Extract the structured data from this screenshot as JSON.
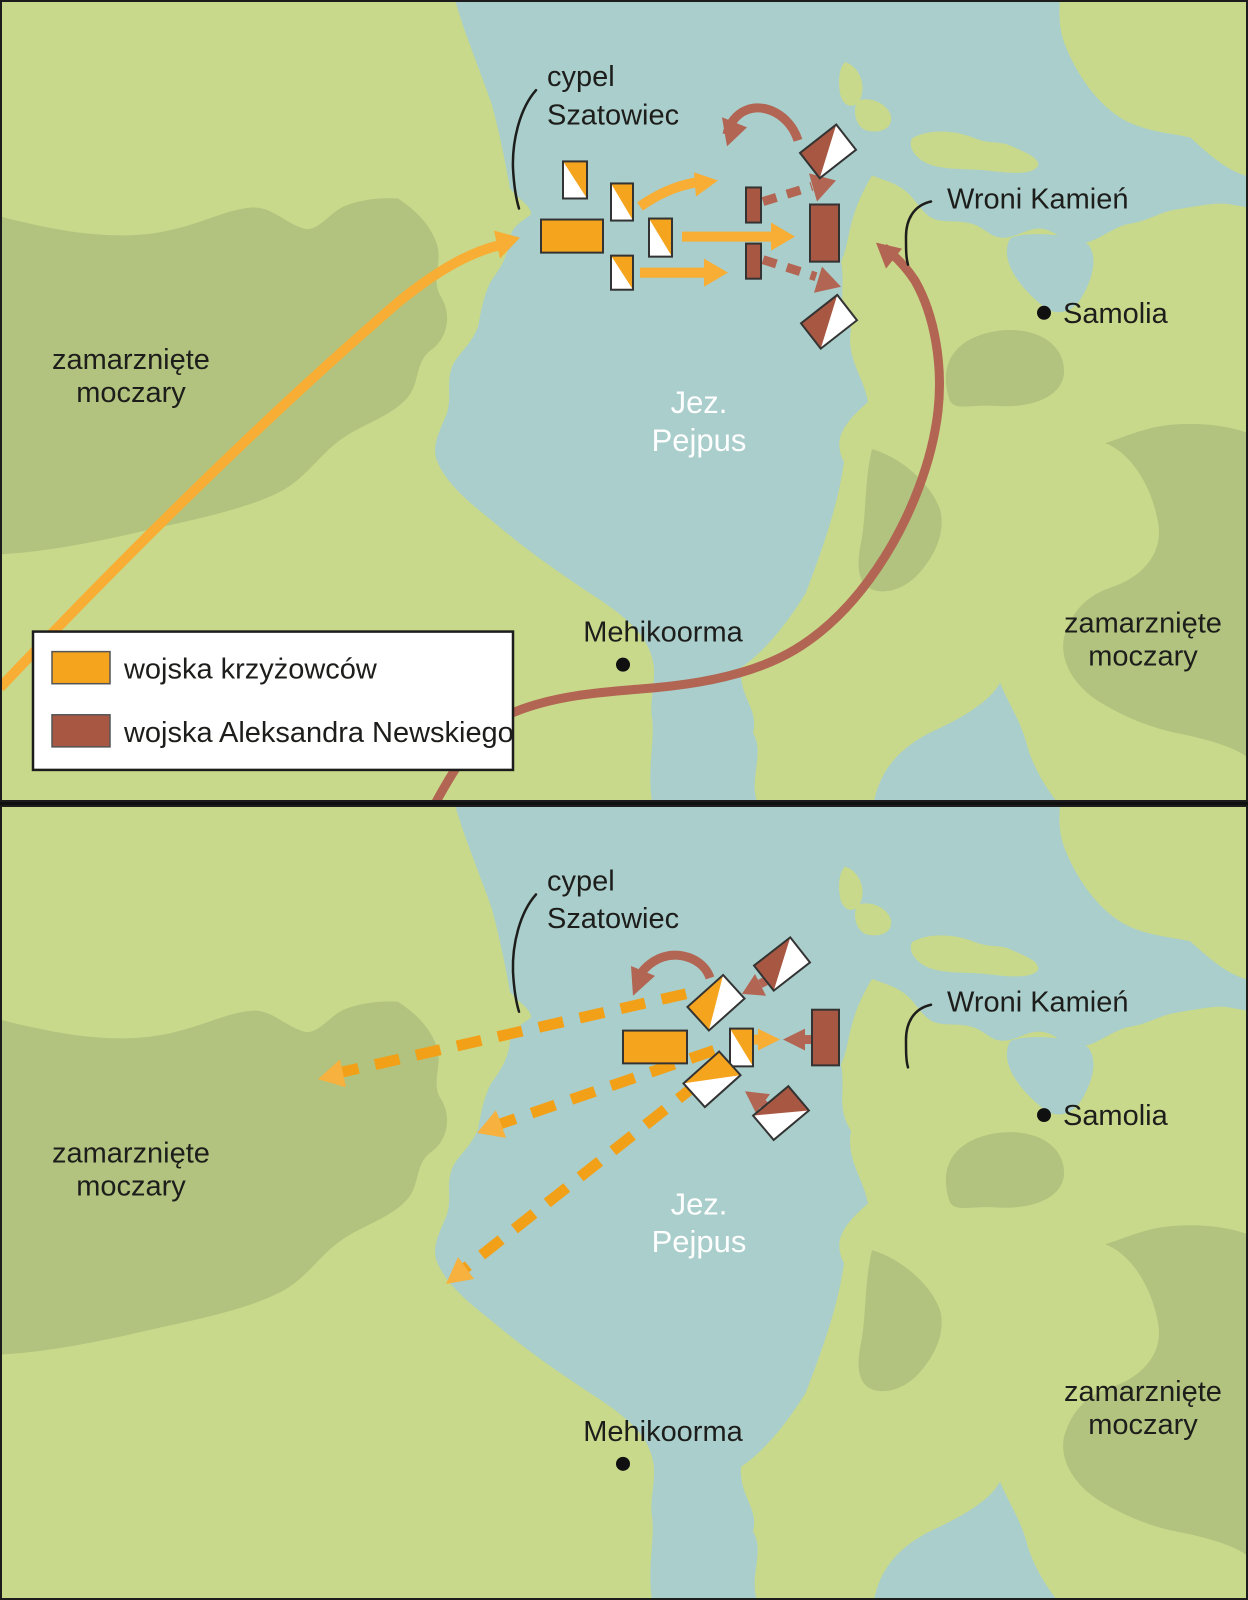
{
  "labels": {
    "cape_line1": "cypel",
    "cape_line2": "Szatowiec",
    "wroni_kamien": "Wroni Kamień",
    "samolia": "Samolia",
    "lake_line1": "Jez.",
    "lake_line2": "Pejpus",
    "mehikoorma": "Mehikoorma",
    "swamp_line1": "zamarznięte",
    "swamp_line2": "moczary"
  },
  "legend": {
    "crusaders_label": "wojska krzyżowców",
    "newski_label": "wojska Aleksandra Newskiego"
  },
  "colors": {
    "crusaders": "#f5a41d",
    "newski": "#a85842",
    "crusader_arrow": "#f8ad34",
    "newski_arrow": "#b26552",
    "water": "#a9cecb",
    "land": "#c8d98b",
    "frozen_swamp": "#b1c37e"
  }
}
